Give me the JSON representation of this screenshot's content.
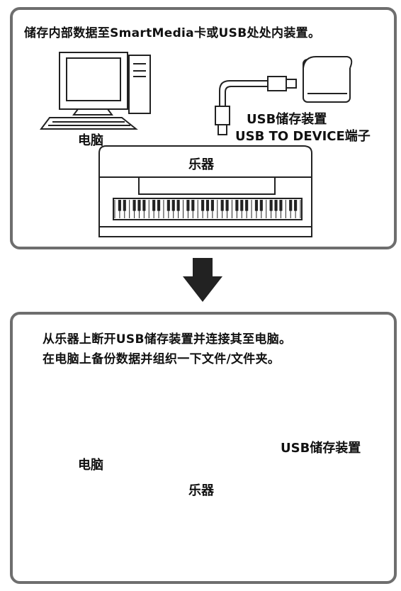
{
  "top_panel": {
    "caption": "储存内部数据至SmartMedia卡或USB处处内装置。",
    "computer_label": "电脑",
    "usb_device_label": "USB储存装置",
    "port_label": "USB TO DEVICE端子",
    "instrument_label": "乐器"
  },
  "bottom_panel": {
    "caption_line1": "从乐器上断开USB储存装置并连接其至电脑。",
    "caption_line2": "在电脑上备份数据并组织一下文件/文件夹。",
    "computer_label": "电脑",
    "usb_device_label": "USB储存装置",
    "instrument_label": "乐器"
  },
  "arrow": {
    "icon": "down-arrow-icon",
    "color": "#222222"
  },
  "colors": {
    "border": "#6e6e6e",
    "line": "#222222"
  }
}
